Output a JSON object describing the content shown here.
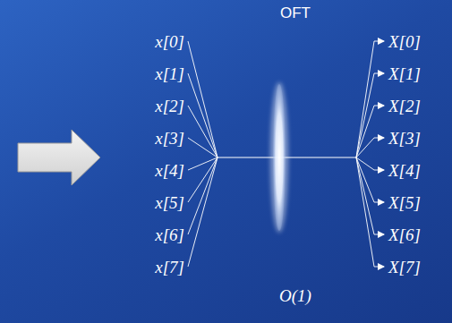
{
  "diagram": {
    "title": "OFT",
    "caption": "O(1)",
    "labels": [
      "x[0]",
      "x[1]",
      "x[2]",
      "x[3]",
      "x[4]",
      "x[5]",
      "x[6]",
      "x[7]",
      "X[0]",
      "X[1]",
      "X[2]",
      "X[3]",
      "X[4]",
      "X[5]",
      "X[6]",
      "X[7]"
    ]
  }
}
